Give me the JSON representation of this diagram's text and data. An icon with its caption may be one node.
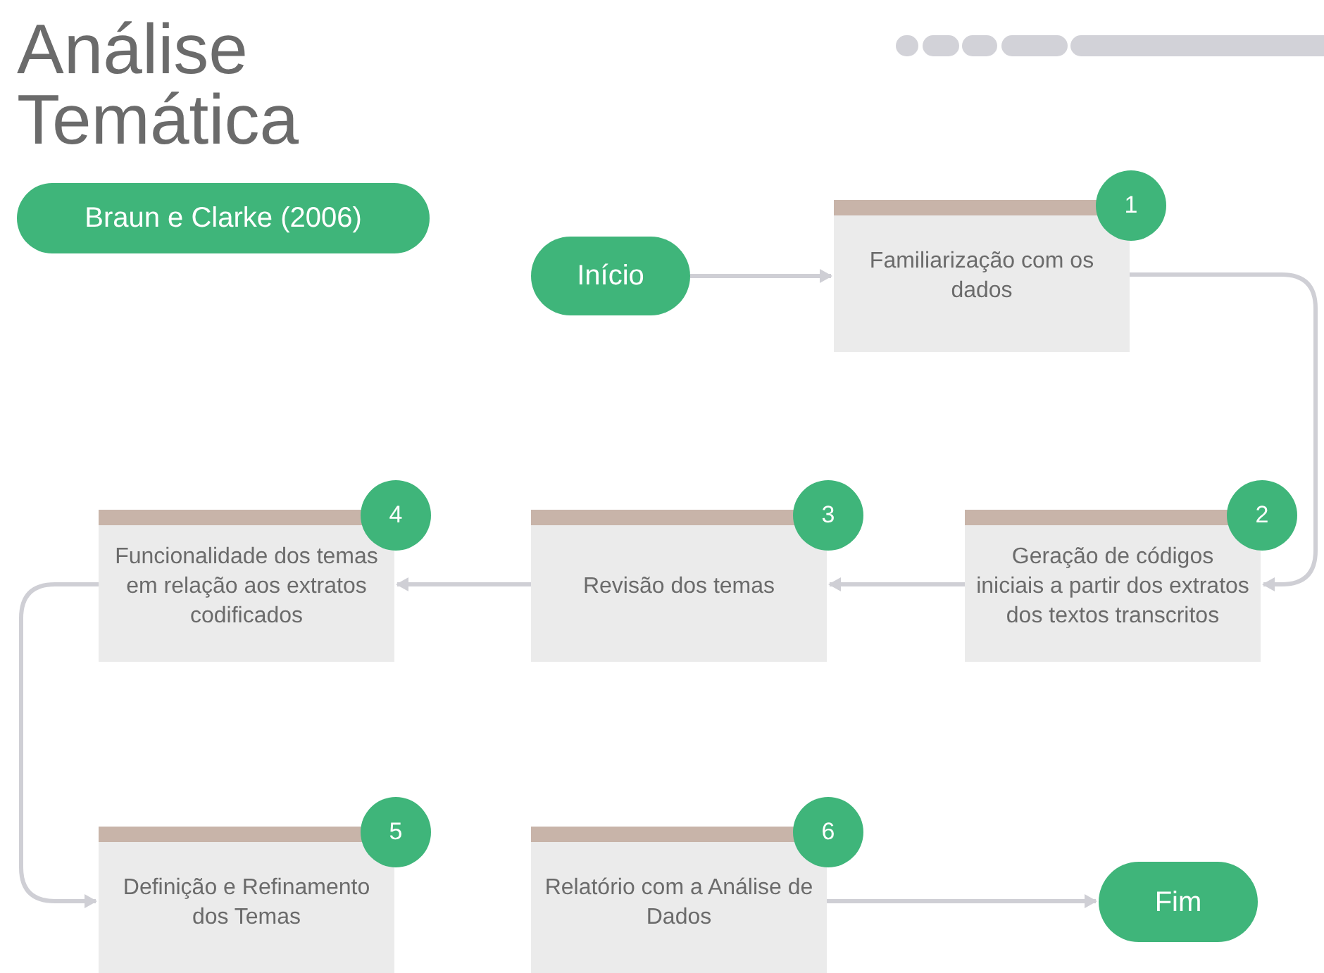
{
  "diagram": {
    "title": "Análise Temática",
    "nodes": [
      {
        "text": [
          "Braun e Clarke (2006)"
        ]
      },
      {
        "text": [
          "Início"
        ]
      },
      {
        "text": [
          "Familiarização com os dados"
        ],
        "beside": [
          "1"
        ]
      },
      {
        "text": [
          "Geração de códigos iniciais a partir dos extratos dos textos transcritos"
        ],
        "beside": [
          "2"
        ]
      },
      {
        "text": [
          "Revisão dos temas"
        ],
        "beside": [
          "3"
        ]
      },
      {
        "text": [
          "Funcionalidade dos temas em relação aos extratos codificados"
        ],
        "beside": [
          "4"
        ]
      },
      {
        "text": [
          "Definição e Refinamento dos Temas"
        ],
        "beside": [
          "5"
        ]
      },
      {
        "text": [
          "Relatório com a Análise de Dados"
        ],
        "beside": [
          "6"
        ]
      },
      {
        "text": [
          "Fim"
        ]
      }
    ],
    "edges": [
      {
        "from": 1,
        "to": 2,
        "arrow": "to"
      },
      {
        "from": 2,
        "to": 3,
        "arrow": "to"
      },
      {
        "from": 3,
        "to": 4,
        "arrow": "to"
      },
      {
        "from": 4,
        "to": 5,
        "arrow": "to"
      },
      {
        "from": 5,
        "to": 6,
        "arrow": "to"
      },
      {
        "from": 7,
        "to": 8,
        "arrow": "to"
      }
    ]
  }
}
